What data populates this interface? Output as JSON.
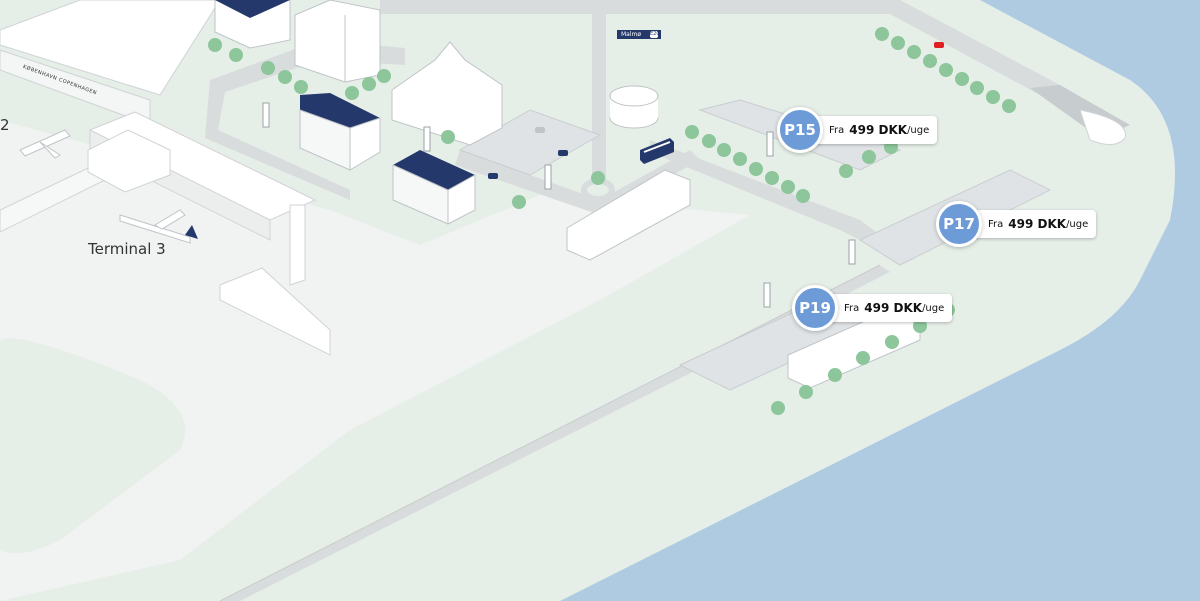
{
  "labels": {
    "terminal3": "Terminal 3",
    "terminal2_fragment": "2",
    "airport_sign": "KØBENHAVN  COPENHAGEN",
    "road_sign": "Malmø",
    "road_sign_number": "E20"
  },
  "parking": [
    {
      "id": "P15",
      "prefix": "Fra",
      "price": "499 DKK",
      "unit": "/uge"
    },
    {
      "id": "P17",
      "prefix": "Fra",
      "price": "499 DKK",
      "unit": "/uge"
    },
    {
      "id": "P19",
      "prefix": "Fra",
      "price": "499 DKK",
      "unit": "/uge"
    }
  ],
  "colors": {
    "water": "#afcbe2",
    "land": "#e6eee8",
    "apron": "#f1f2f2",
    "road": "#d9dcdd",
    "badge": "#6d9bd8",
    "roof": "#24386b",
    "tree": "#8cc69a"
  },
  "icons": [
    "airplane-icon",
    "bus-icon",
    "car-icon",
    "tree-icon",
    "parking-sign-icon"
  ]
}
